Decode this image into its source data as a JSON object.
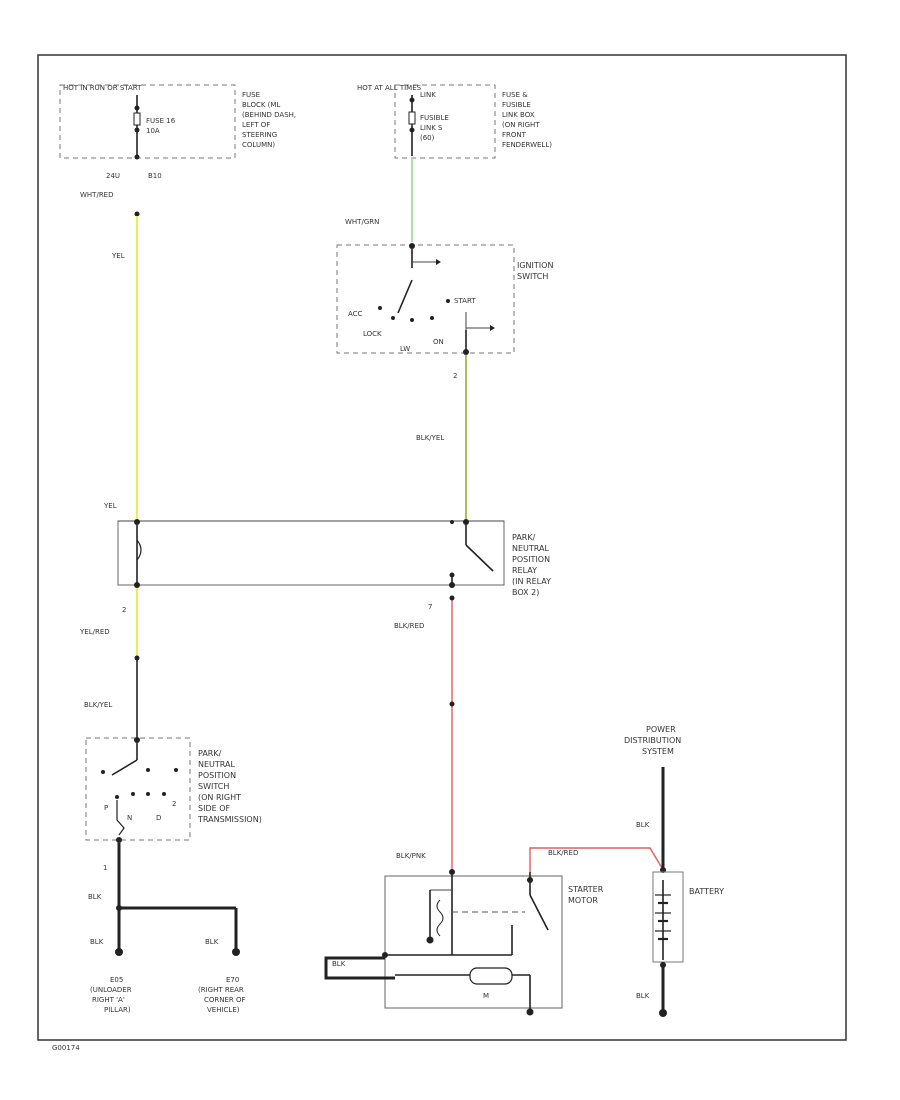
{
  "fuse_block": {
    "header": "HOT IN RUN OR START",
    "fuse": "FUSE 16",
    "amps": "10A",
    "desc": [
      "FUSE",
      "BLOCK (ML",
      "(BEHIND DASH,",
      "LEFT OF",
      "STEERING",
      "COLUMN)"
    ],
    "pin_left": "24U",
    "pin_right": "B10",
    "wire": "WHT/RED"
  },
  "fusible_link": {
    "header": "HOT AT ALL TIMES",
    "fuse": "FUSIBLE",
    "fuse2": "LINK S",
    "amps": "(60)",
    "desc": [
      "FUSE &",
      "FUSIBLE",
      "LINK BOX",
      "(ON RIGHT",
      "FRONT",
      "FENDERWELL)"
    ],
    "wire": "WHT/GRN"
  },
  "ignition_switch": {
    "title": [
      "IGNITION",
      "SWITCH"
    ],
    "positions": {
      "acc": "ACC",
      "lock": "LOCK",
      "start": "START",
      "on": "ON",
      "lw": "LW"
    },
    "pin": "2",
    "wire": "BLK/YEL"
  },
  "left_wire_top": "YEL",
  "relay": {
    "left_wire": "YEL",
    "title": [
      "PARK/",
      "NEUTRAL",
      "POSITION",
      "RELAY",
      "(IN RELAY",
      "BOX 2)"
    ],
    "pin_left": "2",
    "pin_right": "7",
    "wire_left_out": "YEL/RED",
    "wire_right_out": "BLK/RED"
  },
  "pn_switch": {
    "wire_in": "BLK/YEL",
    "title": [
      "PARK/",
      "NEUTRAL",
      "POSITION",
      "SWITCH",
      "(ON RIGHT",
      "SIDE OF",
      "TRANSMISSION)"
    ],
    "gears": {
      "p": "P",
      "n": "N",
      "d": "D",
      "two": "2"
    },
    "pin": "1",
    "wire_out": "BLK"
  },
  "grounds": {
    "left_wire": "BLK",
    "right_wire": "BLK",
    "left": [
      "E05",
      "(UNLOADER",
      "RIGHT 'A'",
      "PILLAR)"
    ],
    "right": [
      "E70",
      "(RIGHT REAR",
      "CORNER OF",
      "VEHICLE)"
    ]
  },
  "starter": {
    "wire_in": "BLK/PNK",
    "title": [
      "STARTER",
      "MOTOR"
    ],
    "m": "M",
    "blk": "BLK",
    "batt_wire": "BLK/RED"
  },
  "battery": {
    "power": [
      "POWER",
      "DISTRIBUTION",
      "SYSTEM"
    ],
    "label": "BATTERY",
    "wire_top": "BLK",
    "wire_bottom": "BLK"
  },
  "diagram_id": "G00174",
  "colors": {
    "yellow": "#eded3a",
    "green": "#9fd88d",
    "olive": "#b0bd5a",
    "red": "#e15d5d"
  }
}
